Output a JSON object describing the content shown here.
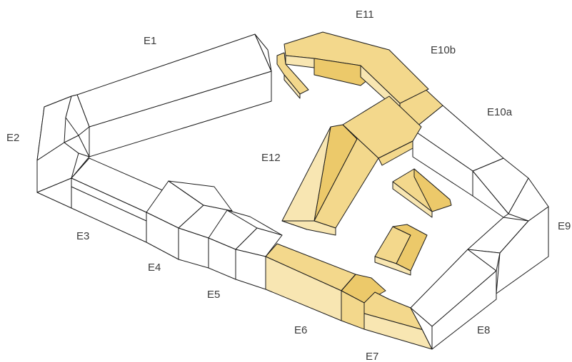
{
  "colors": {
    "highlight": "#f3d88c",
    "highlight_dark": "#ecc96a",
    "line": "#1a1a1a",
    "background": "#ffffff"
  },
  "labels": {
    "e1": "E1",
    "e2": "E2",
    "e3": "E3",
    "e4": "E4",
    "e5": "E5",
    "e6": "E6",
    "e7": "E7",
    "e8": "E8",
    "e9": "E9",
    "e10a": "E10a",
    "e10b": "E10b",
    "e11": "E11",
    "e12": "E12"
  }
}
